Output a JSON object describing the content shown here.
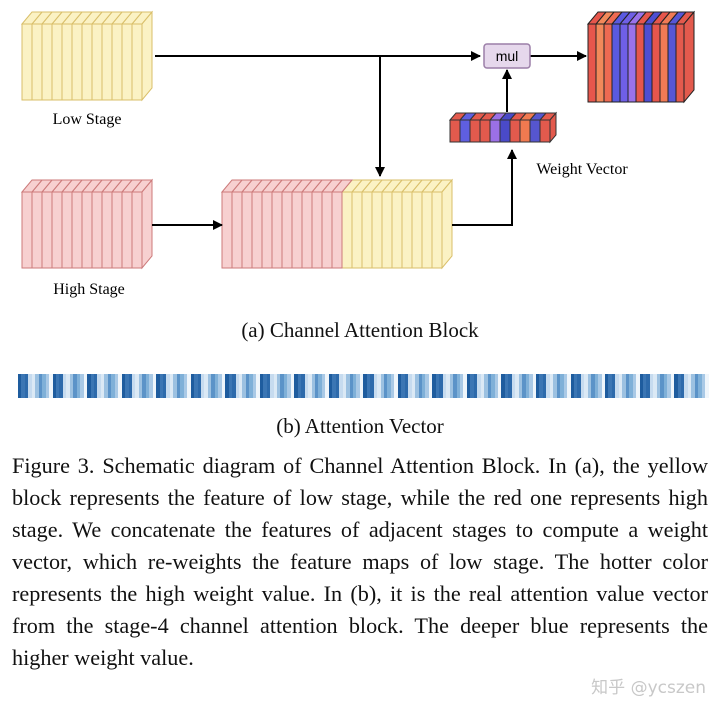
{
  "diagram": {
    "low_stage_label": "Low Stage",
    "high_stage_label": "High Stage",
    "mul_label": "mul",
    "weight_vector_label": "Weight Vector",
    "colors": {
      "low_face": "#fbf2c4",
      "low_edge": "#d9bf6a",
      "high_face": "#f7d0d0",
      "high_edge": "#cc7a7a",
      "mul_fill": "#e6d8ec",
      "mul_edge": "#9c7fa8"
    },
    "weight_vector_colors": [
      "#e35a4d",
      "#5f5fe0",
      "#e35a4d",
      "#e35a4d",
      "#9b70e6",
      "#4a4ac8",
      "#e35a4d",
      "#f07a50",
      "#5656cf",
      "#e35a4d"
    ],
    "output_colors": [
      "#e6564c",
      "#f2895a",
      "#ee6a52",
      "#5a5ae0",
      "#6f5fe6",
      "#9a72ea",
      "#e6564c",
      "#4e4ed2",
      "#e6564c",
      "#f07a55",
      "#5656d6",
      "#e35a4d"
    ]
  },
  "subcaption_a": "(a) Channel Attention Block",
  "subcaption_b": "(b) Attention Vector",
  "attention_vector": {
    "colors": [
      "#a9c9e6",
      "#3b76b4",
      "#dbe9f5",
      "#7fb0d8",
      "#1e5c9e",
      "#c6dbef",
      "#5b93c8",
      "#eef5fb",
      "#2d6aab",
      "#9cc1e1"
    ]
  },
  "caption": "Figure 3. Schematic diagram of Channel Attention Block. In (a), the yellow block represents the feature of low stage, while the red one represents high stage. We concatenate the features of adjacent stages to compute a weight vector, which re-weights the feature maps of low stage. The hotter color represents the high weight value. In (b), it is the real attention value vector from the stage-4 channel attention block. The deeper blue represents the higher weight value.",
  "watermark": "知乎 @ycszen"
}
